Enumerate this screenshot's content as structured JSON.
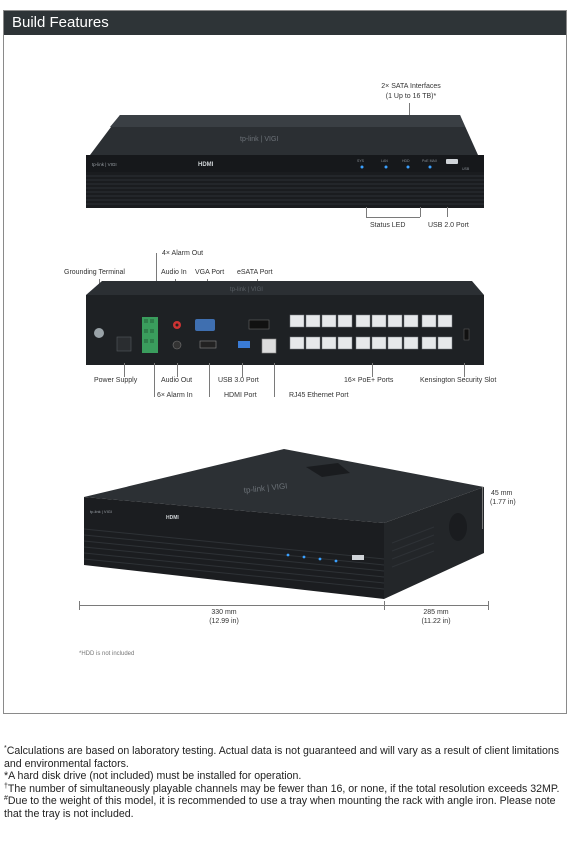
{
  "header": {
    "title": "Build Features"
  },
  "top_view": {
    "sata": "2× SATA Interfaces",
    "sata_sub": "(1 Up to 16 TB)*",
    "status_led": "Status LED",
    "usb2": "USB 2.0 Port",
    "front_leds": [
      "SYS",
      "LAN",
      "HDD",
      "PoE MAX",
      "USB"
    ],
    "brand": "tp-link | VIGI",
    "hdmi_logo": "HDMI"
  },
  "rear_view": {
    "alarm_out": "4× Alarm Out",
    "grounding": "Grounding Terminal",
    "audio_in": "Audio In",
    "vga": "VGA Port",
    "esata": "eSATA Port",
    "power": "Power Supply",
    "audio_out": "Audio Out",
    "usb3": "USB 3.0 Port",
    "poe": "16× PoE+ Ports",
    "kensington": "Kensington Security Slot",
    "alarm_in": "6× Alarm In",
    "hdmi": "HDMI Port",
    "rj45": "RJ45 Ethernet Port"
  },
  "dims": {
    "height": "45 mm",
    "height_in": "(1.77 in)",
    "width": "330 mm",
    "width_in": "(12.99 in)",
    "depth": "285 mm",
    "depth_in": "(11.22 in)",
    "hdd_note": "*HDD is not included"
  },
  "footnotes": [
    {
      "mark": "*",
      "text": "Calculations are based on laboratory testing. Actual data is not guaranteed and will vary as a result of client limitations and environmental factors."
    },
    {
      "mark": "",
      "text": "*A hard disk drive (not included) must be installed for operation."
    },
    {
      "mark": "†",
      "text": "The number of simultaneously playable channels may be fewer than 16, or none, if the total resolution exceeds 32MP."
    },
    {
      "mark": "#",
      "text": "Due to the weight of this model, it is recommended to use a tray when mounting the rack with angle iron. Please note that the tray is not included."
    }
  ],
  "colors": {
    "header_bg": "#2e3437",
    "device_body": "#1e2124",
    "led_blue": "#3aa0ff"
  }
}
